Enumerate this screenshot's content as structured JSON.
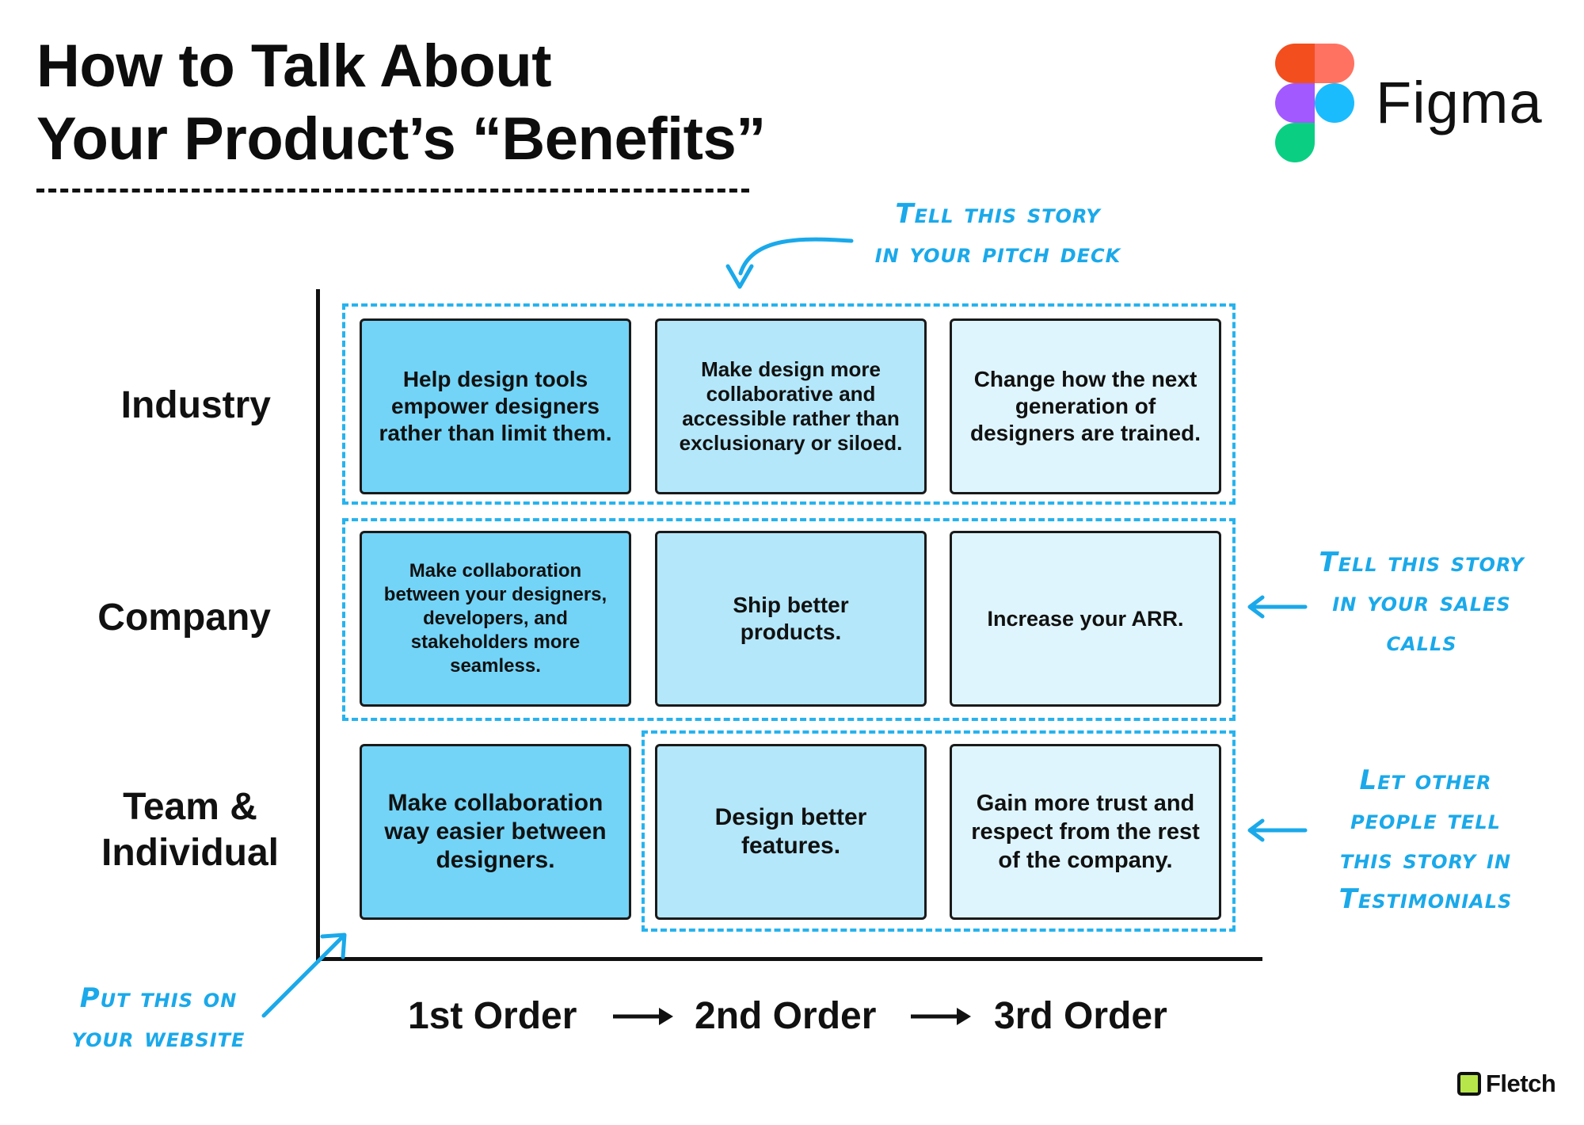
{
  "title": {
    "line1": "How to Talk About",
    "line2": "Your Product’s “Benefits”"
  },
  "logo": {
    "word": "Figma",
    "icon": "figma-logo-icon"
  },
  "rows": [
    {
      "label": "Industry"
    },
    {
      "label": "Company"
    },
    {
      "label_line1": "Team &",
      "label_line2": "Individual"
    }
  ],
  "cells": [
    [
      "Help design tools empower designers rather than limit them.",
      "Make design more collaborative and accessible rather than exclusionary or siloed.",
      "Change how the next generation of designers are trained."
    ],
    [
      "Make collaboration between your designers, developers, and stakeholders more seamless.",
      "Ship better products.",
      "Increase your ARR."
    ],
    [
      "Make collaboration way easier between designers.",
      "Design better features.",
      "Gain more trust and respect from the rest of the company."
    ]
  ],
  "x_axis": {
    "labels": [
      "1st Order",
      "2nd Order",
      "3rd Order"
    ]
  },
  "notes": {
    "pitch_deck": [
      "Tell this story",
      "in your pitch deck"
    ],
    "sales_calls": [
      "Tell this story",
      "in your sales",
      "calls"
    ],
    "testimonials": [
      "Let other",
      "people tell",
      "this story in",
      "Testimonials"
    ],
    "website": [
      "Put this on",
      "your website"
    ]
  },
  "footer": {
    "brand": "Fletch"
  },
  "colors": {
    "order1": "#73d4f7",
    "order2": "#b4e7fa",
    "order3": "#dff5fd",
    "annotation": "#1aa9ea",
    "dashed_group": "#27b3ee",
    "fletch_green": "#b7e64a"
  }
}
